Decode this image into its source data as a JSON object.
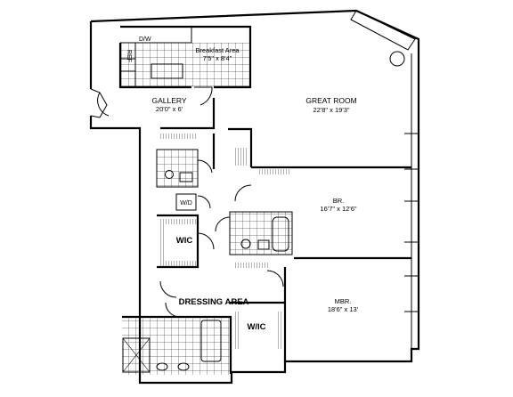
{
  "labels": {
    "dw": "D/W",
    "ref": "REF",
    "breakfast_name": "Breakfast Area",
    "breakfast_dim": "7'5\" x 8'4\"",
    "gallery_name": "GALLERY",
    "gallery_dim": "20'0\" x 6'",
    "great_room_name": "GREAT ROOM",
    "great_room_dim": "22'8\" x 19'3\"",
    "br_name": "BR.",
    "br_dim": "16'7\" x 12'6\"",
    "wd": "W/D",
    "wic_left": "WIC",
    "dressing": "DRESSING AREA",
    "wic_right": "W/IC",
    "mbr_name": "MBR.",
    "mbr_dim": "18'6\" x 13'"
  }
}
